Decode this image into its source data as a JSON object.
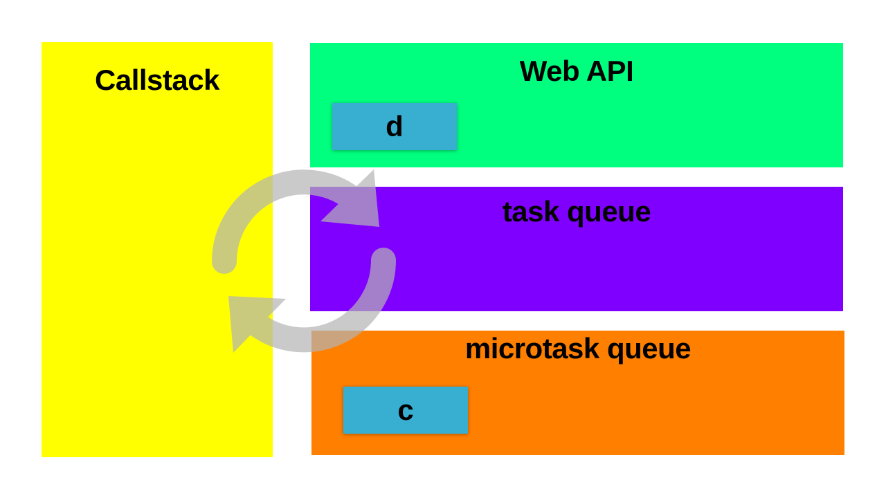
{
  "colors": {
    "background": "#ffffff",
    "callstack": "#ffff00",
    "web_api": "#00ff7f",
    "task_queue": "#7f00ff",
    "microtask_queue": "#ff7f00",
    "task_chip": "#38afd1",
    "event_loop_icon": "#b5b5b5"
  },
  "callstack": {
    "title": "Callstack"
  },
  "web_api": {
    "title": "Web API",
    "items": [
      "d"
    ]
  },
  "task_queue": {
    "title": "task queue",
    "items": []
  },
  "microtask_queue": {
    "title": "microtask queue",
    "items": [
      "c"
    ]
  },
  "icons": {
    "event_loop": "refresh-icon"
  }
}
